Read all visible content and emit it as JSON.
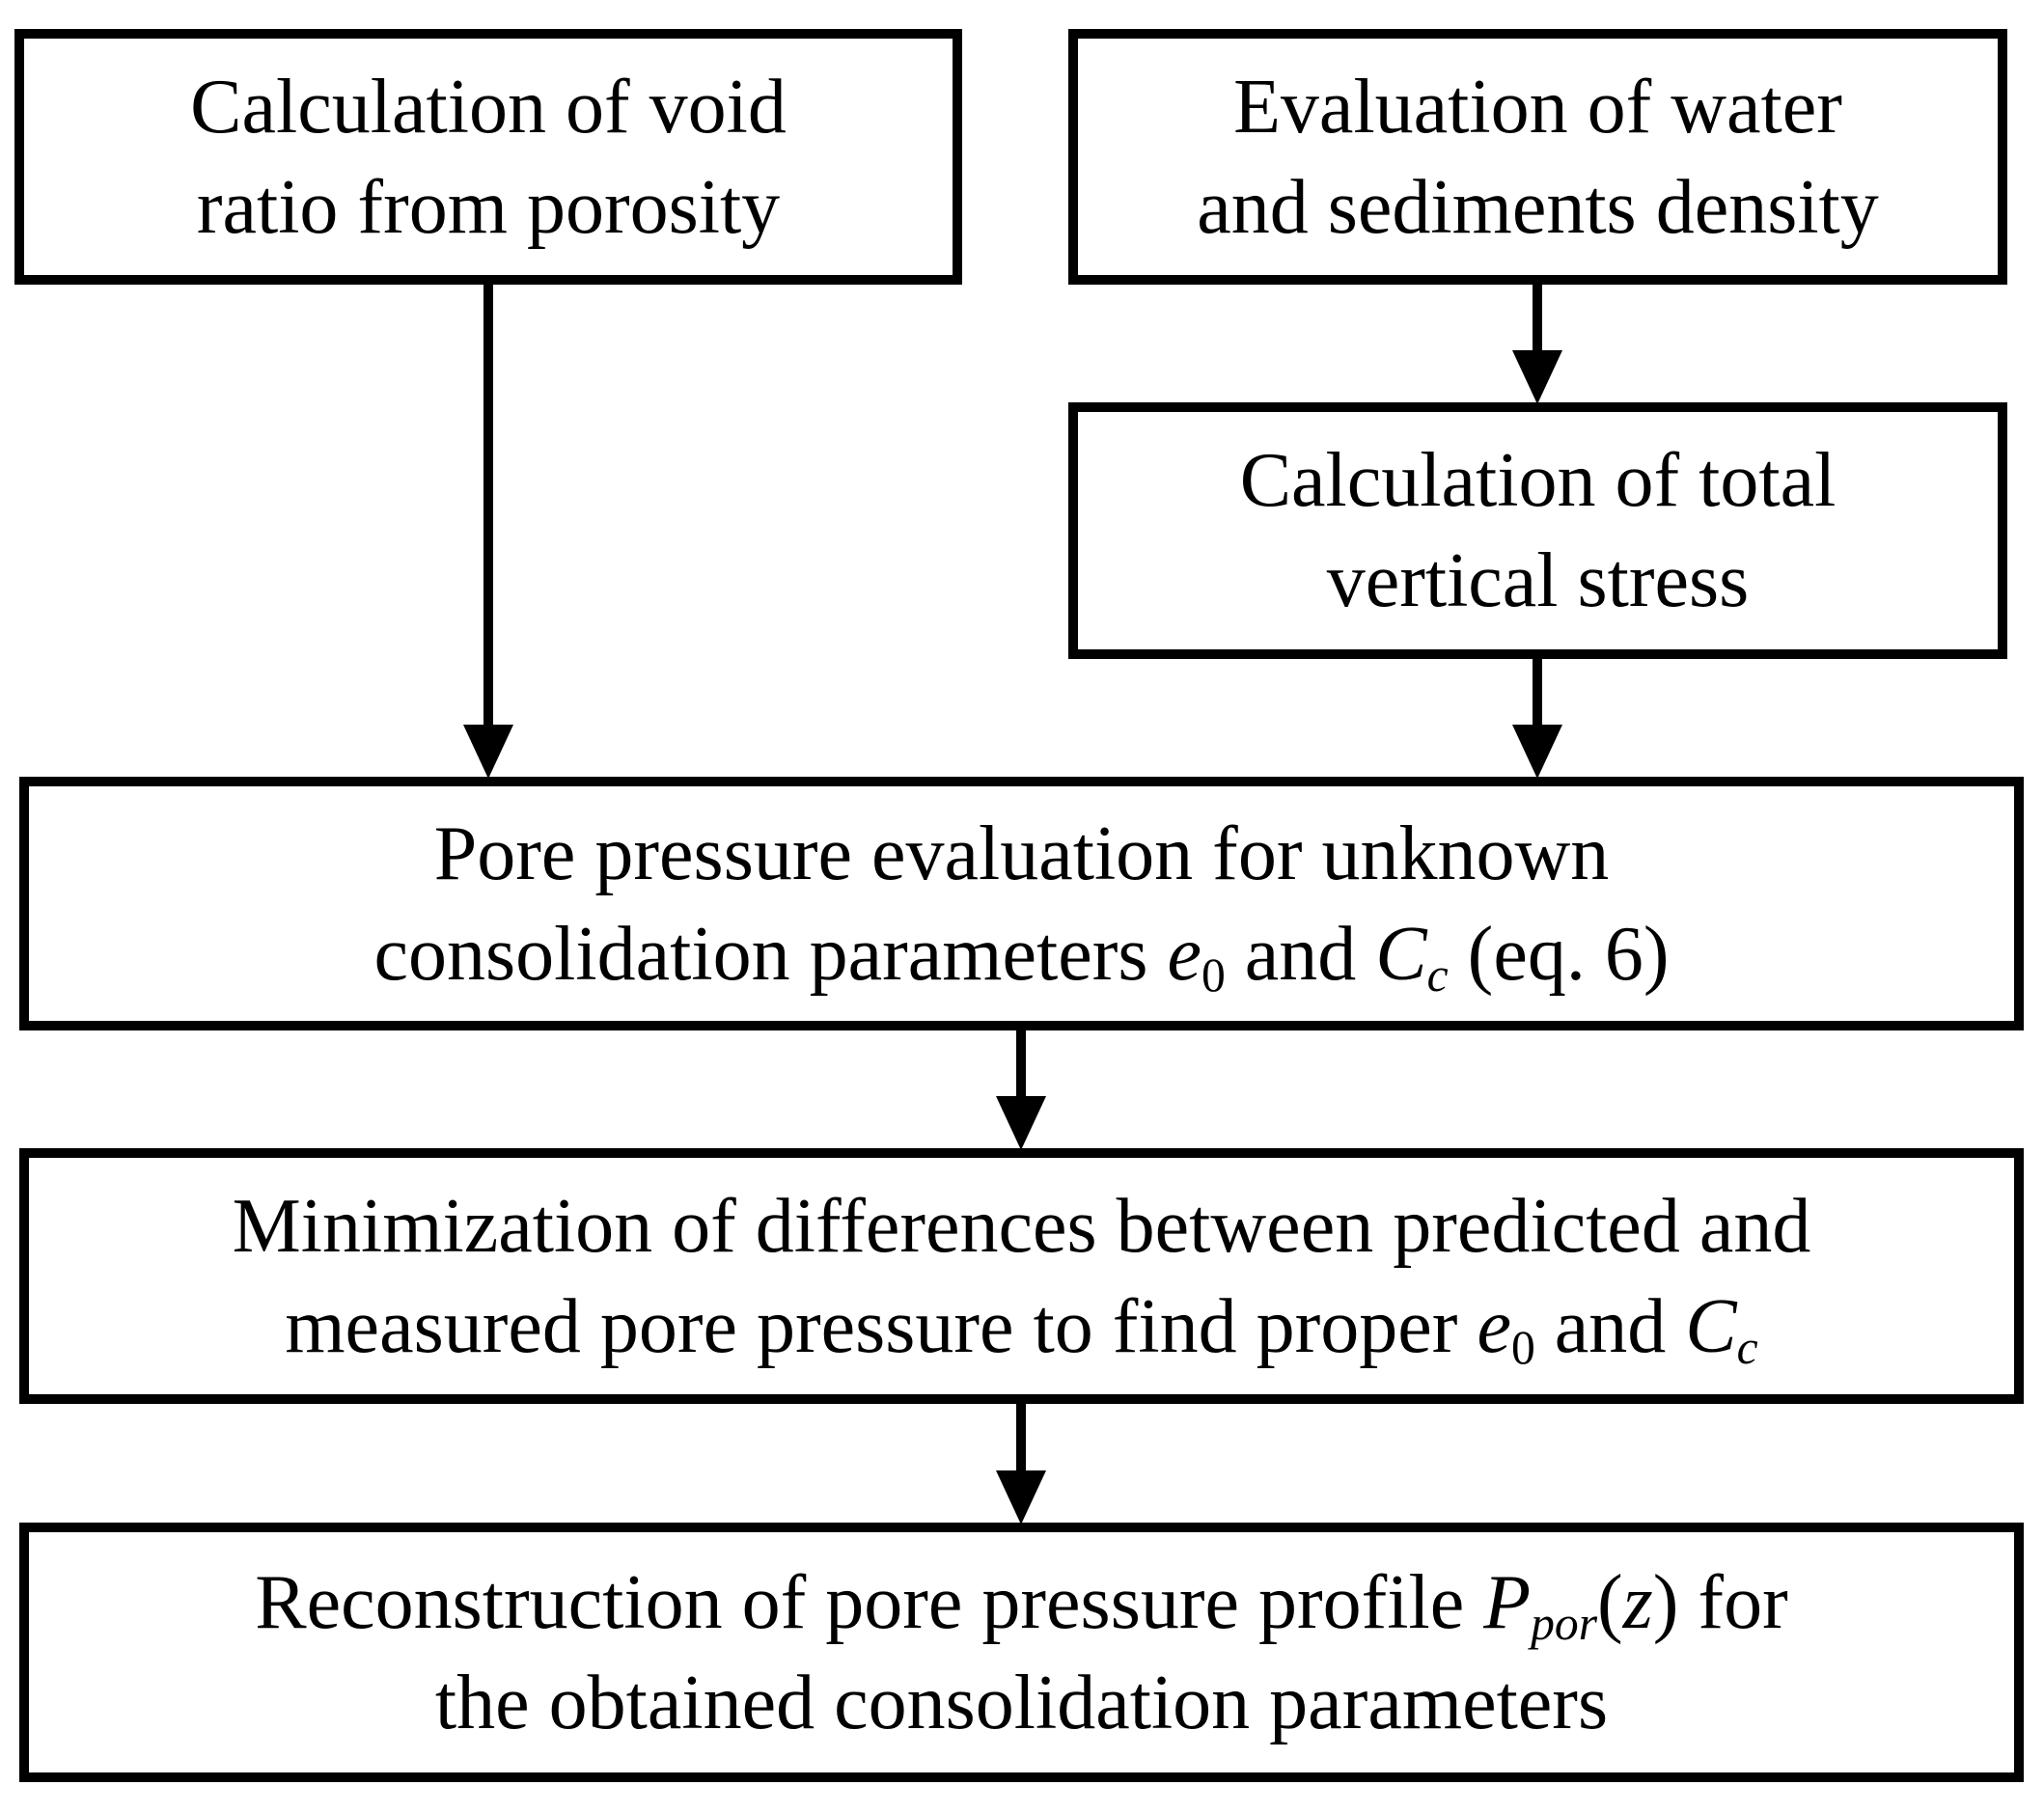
{
  "diagram": {
    "colors": {
      "line": "#000000",
      "background": "#ffffff"
    },
    "boxes": {
      "void_ratio": {
        "lines": [
          [
            {
              "t": "Calculation of void"
            }
          ],
          [
            {
              "t": "ratio from porosity"
            }
          ]
        ]
      },
      "water_density": {
        "lines": [
          [
            {
              "t": "Evaluation of water"
            }
          ],
          [
            {
              "t": "and sediments density"
            }
          ]
        ]
      },
      "vertical_stress": {
        "lines": [
          [
            {
              "t": "Calculation of total"
            }
          ],
          [
            {
              "t": "vertical stress"
            }
          ]
        ]
      },
      "pore_pressure_eval": {
        "lines": [
          [
            {
              "t": "Pore pressure evaluation for unknown"
            }
          ],
          [
            {
              "t": "consolidation parameters "
            },
            {
              "t": "e",
              "s": "i"
            },
            {
              "t": "0",
              "s": "sub"
            },
            {
              "t": " and "
            },
            {
              "t": "C",
              "s": "i"
            },
            {
              "t": "c",
              "s": "i sub"
            },
            {
              "t": " (eq. 6)"
            }
          ]
        ]
      },
      "minimization": {
        "lines": [
          [
            {
              "t": "Minimization of differences between predicted and"
            }
          ],
          [
            {
              "t": "measured pore pressure to find proper "
            },
            {
              "t": "e",
              "s": "i"
            },
            {
              "t": "0",
              "s": "sub"
            },
            {
              "t": " and "
            },
            {
              "t": "C",
              "s": "i"
            },
            {
              "t": "c",
              "s": "i sub"
            }
          ]
        ]
      },
      "reconstruction": {
        "lines": [
          [
            {
              "t": "Reconstruction of pore pressure profile "
            },
            {
              "t": "P",
              "s": "i"
            },
            {
              "t": "por",
              "s": "i sub"
            },
            {
              "t": "("
            },
            {
              "t": "z",
              "s": "i"
            },
            {
              "t": ") for"
            }
          ],
          [
            {
              "t": "the obtained consolidation parameters"
            }
          ]
        ]
      }
    }
  }
}
